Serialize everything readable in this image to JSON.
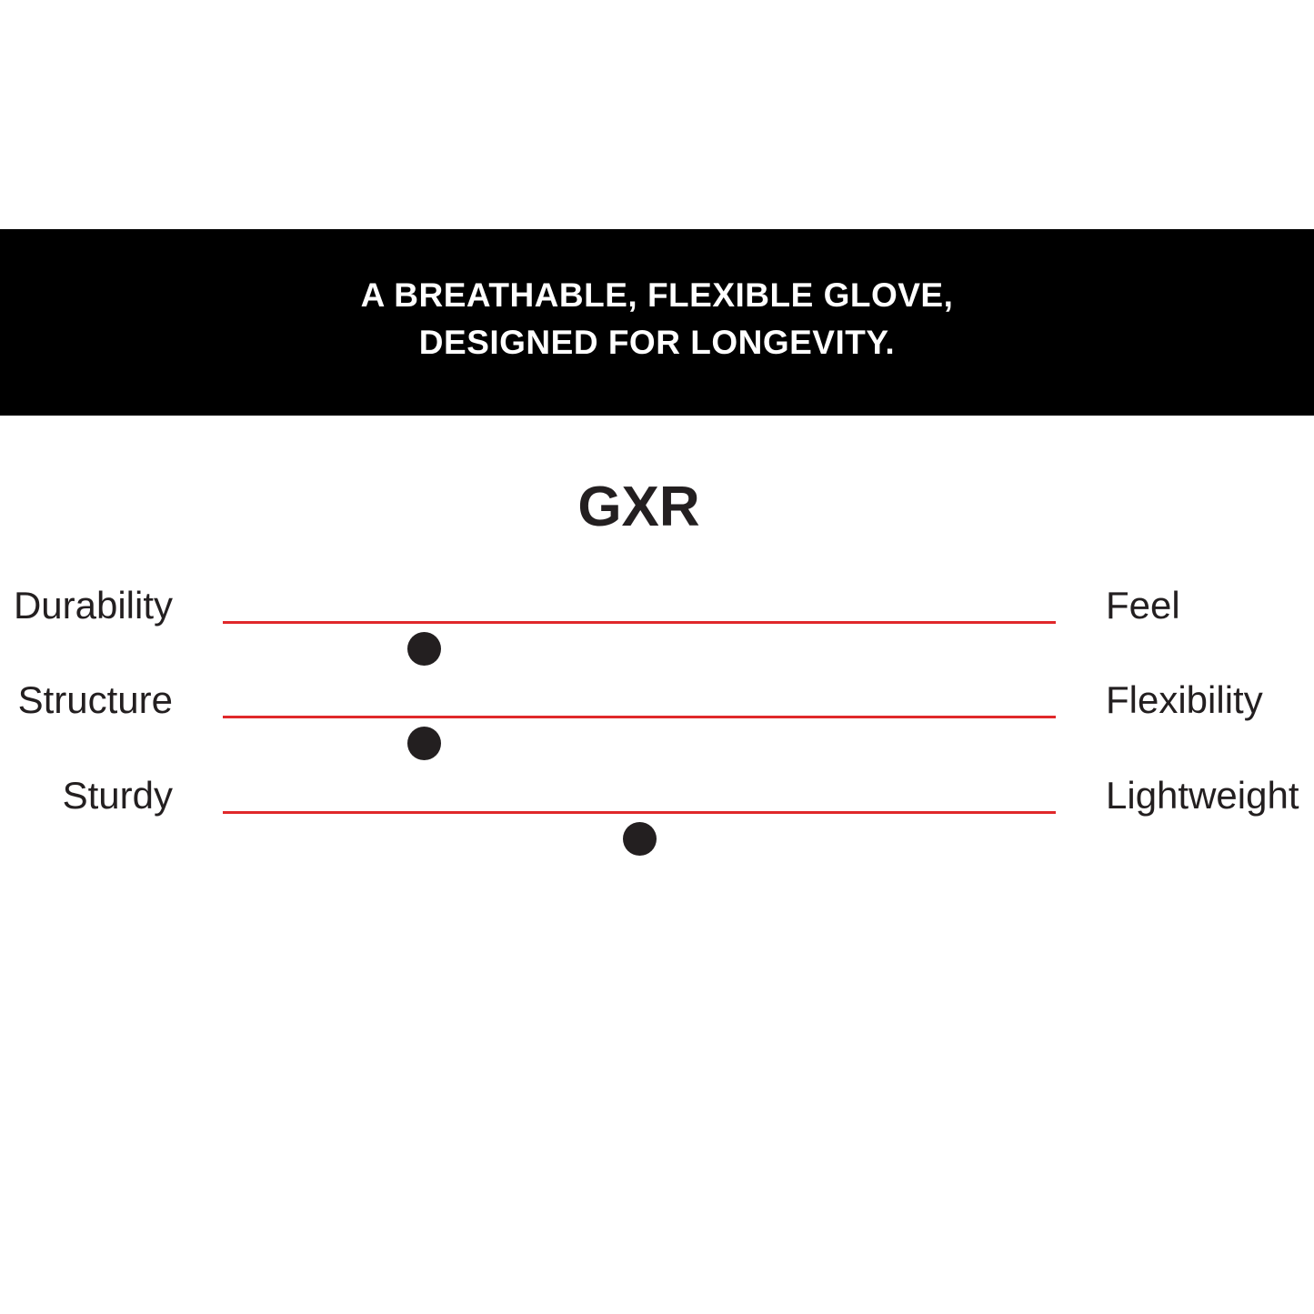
{
  "banner": {
    "line1": "A BREATHABLE, FLEXIBLE GLOVE,",
    "line2": "DESIGNED FOR LONGEVITY."
  },
  "product": {
    "name": "GXR"
  },
  "scales": [
    {
      "left": "Durability",
      "right": "Feel",
      "value": 0.242
    },
    {
      "left": "Structure",
      "right": "Flexibility",
      "value": 0.242
    },
    {
      "left": "Sturdy",
      "right": "Lightweight",
      "value": 0.5
    }
  ],
  "colors": {
    "banner_bg": "#000000",
    "banner_text": "#ffffff",
    "track": "#e0282a",
    "knob": "#231f20",
    "text": "#231f20"
  }
}
